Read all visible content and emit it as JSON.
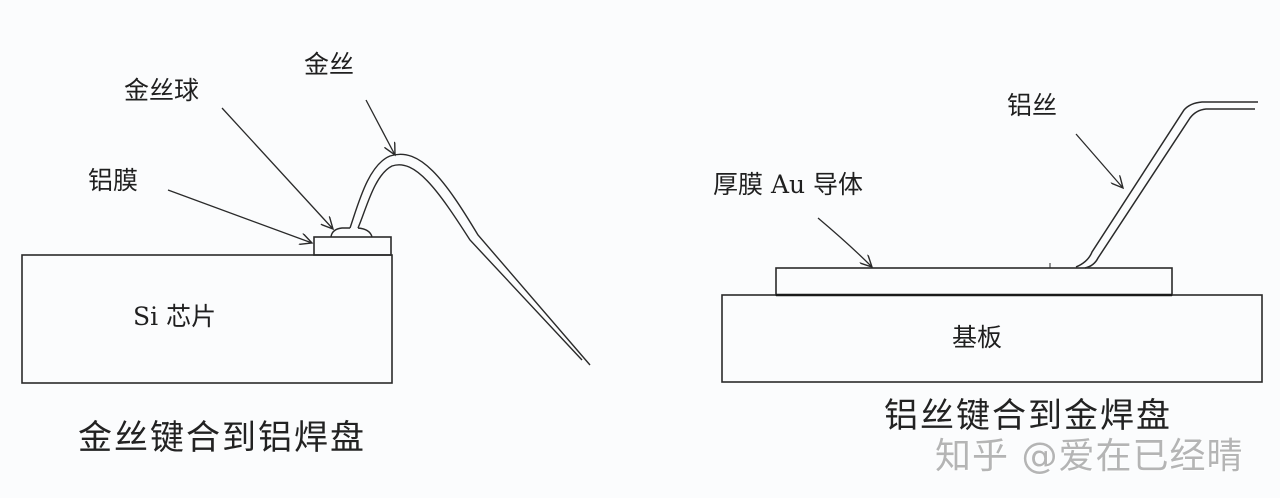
{
  "left_diagram": {
    "labels": {
      "gold_wire": "金丝",
      "gold_ball": "金丝球",
      "aluminum_film": "铝膜",
      "si_chip": "Si 芯片"
    },
    "caption": "金丝键合到铝焊盘"
  },
  "right_diagram": {
    "labels": {
      "aluminum_wire": "铝丝",
      "thick_film_au": "厚膜 Au 导体",
      "substrate": "基板"
    },
    "caption": "铝丝键合到金焊盘"
  },
  "watermark": "知乎 @爱在已经晴",
  "colors": {
    "background": "#fbfcfd",
    "stroke": "#2a2a2a",
    "text": "#1f1f1f"
  }
}
